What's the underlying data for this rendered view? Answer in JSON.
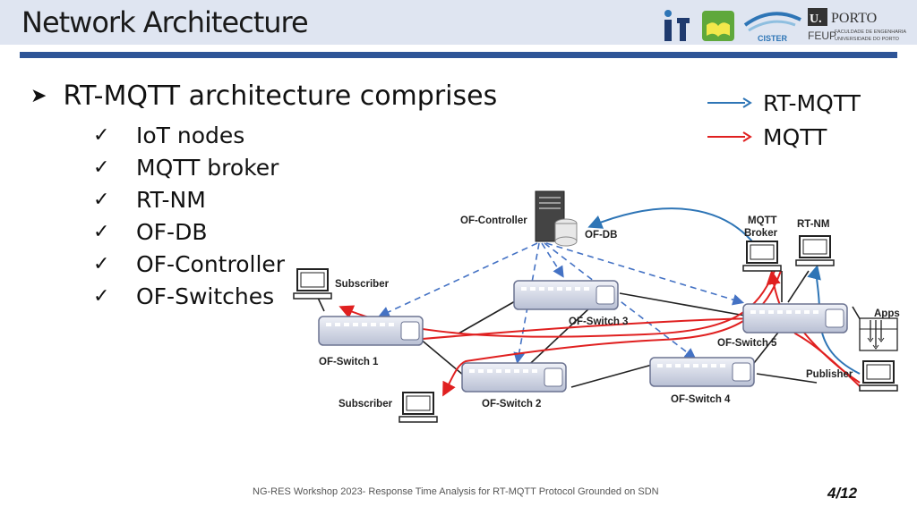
{
  "slide": {
    "title": "Network Architecture",
    "main_bullet": "RT-MQTT architecture comprises",
    "items": [
      "IoT nodes",
      "MQTT broker",
      "RT-NM",
      "OF-DB",
      "OF-Controller",
      "OF-Switches"
    ],
    "footer": "NG-RES Workshop 2023- Response Time Analysis for RT-MQTT Protocol Grounded on SDN",
    "page": "4/12"
  },
  "legend": [
    {
      "label": "RT-MQTT",
      "color": "#2e75b6"
    },
    {
      "label": "MQTT",
      "color": "#e02020"
    }
  ],
  "logos": {
    "cister": "CISTER",
    "porto_u": "U.",
    "porto_name": "PORTO",
    "feup": "FEUP",
    "feup_line1": "FACULDADE DE ENGENHARIA",
    "feup_line2": "UNIVERSIDADE DO PORTO"
  },
  "diagram": {
    "controller": "OF-Controller",
    "db": "OF-DB",
    "broker_line1": "MQTT",
    "broker_line2": "Broker",
    "rtnm": "RT-NM",
    "apps": "Apps",
    "publisher": "Publisher",
    "subscriber_top": "Subscriber",
    "subscriber_bottom": "Subscriber",
    "switch1": "OF-Switch 1",
    "switch2": "OF-Switch 2",
    "switch3": "OF-Switch 3",
    "switch4": "OF-Switch 4",
    "switch5": "OF-Switch 5"
  },
  "colors": {
    "header_bg": "#dfe5f1",
    "rule": "#2e5597",
    "rt_mqtt": "#2e75b6",
    "mqtt": "#e02020",
    "dashed": "#4472c4"
  }
}
